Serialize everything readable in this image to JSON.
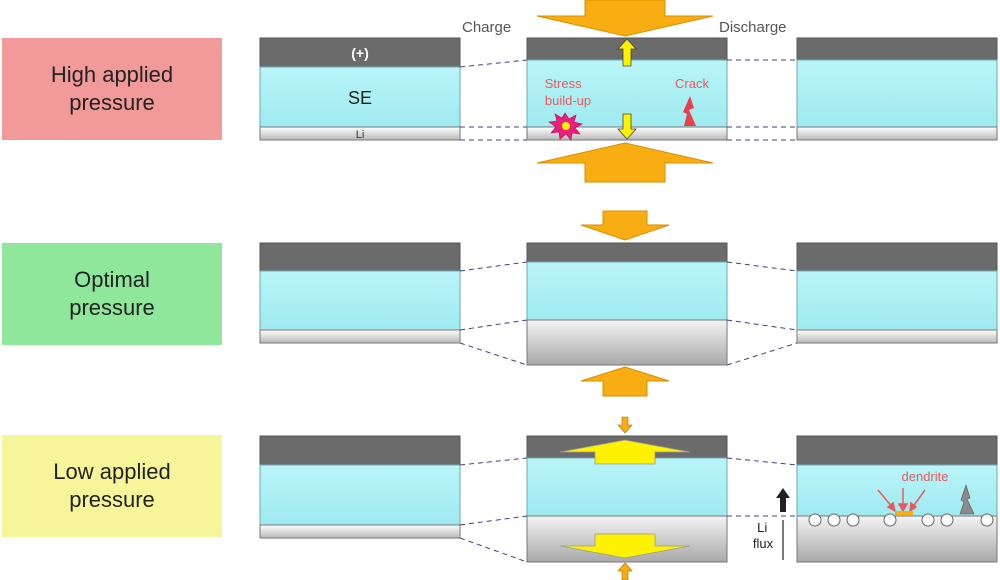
{
  "rows": [
    {
      "label": "High applied\npressure",
      "color": "#f29a9a"
    },
    {
      "label": "Optimal\npressure",
      "color": "#8ee79a"
    },
    {
      "label": "Low applied\npressure",
      "color": "#f7f59a"
    }
  ],
  "headers": {
    "charge": "Charge",
    "discharge": "Discharge"
  },
  "cell_labels": {
    "cathode": "(+)",
    "electrolyte": "SE",
    "anode": "Li"
  },
  "annotations": {
    "stress": "Stress\nbuild-up",
    "crack": "Crack",
    "dendrite": "dendrite",
    "li_flux": "Li\nflux"
  },
  "colors": {
    "cathode": "#6b6b6b",
    "electrolyte": "#aef0f4",
    "lithium": "#bfbfbf",
    "arrow_orange": "#f8ad12",
    "arrow_yellow": "#fff200",
    "annotation_red": "#e8595f"
  }
}
